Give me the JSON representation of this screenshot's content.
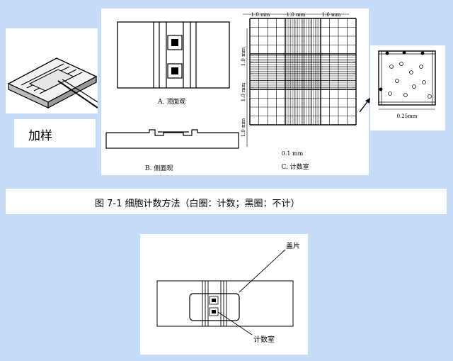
{
  "colors": {
    "background": "#c5dcf7",
    "panel": "#ffffff",
    "ink": "#000000"
  },
  "sample": {
    "label": "加样"
  },
  "top_view": {
    "label": "A. 顶面观"
  },
  "side_view": {
    "label": "B. 侧面观"
  },
  "chamber": {
    "label": "C. 计数室",
    "col_dims": [
      "1.0 mm",
      "1.0 mm",
      "1.0 mm"
    ],
    "row_dims": [
      "1.0 mm",
      "1.0 mm",
      "1.0 mm"
    ],
    "small_dim": "0.1 mm"
  },
  "zoom": {
    "dim": "0.25mm"
  },
  "caption": "图 7-1 细胞计数方法（白圈：计数；黑圈：不计）",
  "bottom": {
    "coverslip": "盖片",
    "chamber": "计数室"
  }
}
